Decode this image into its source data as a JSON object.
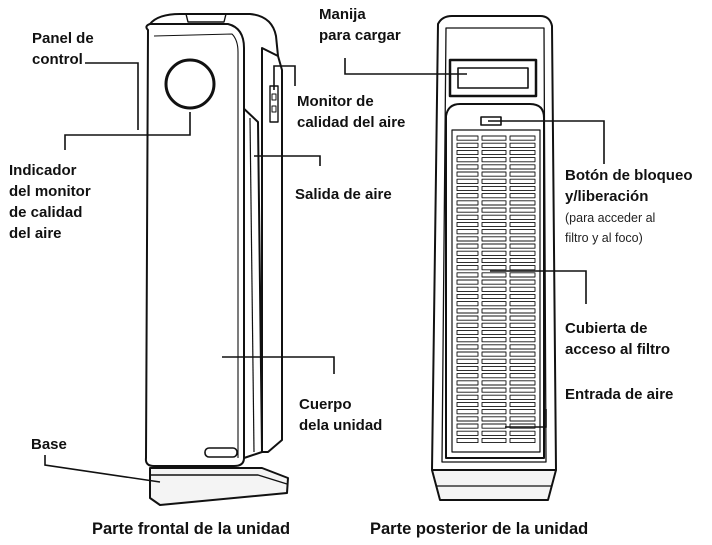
{
  "labels": {
    "control_panel": [
      "Panel de",
      "control"
    ],
    "indicator": [
      "Indicador",
      "del monitor",
      "de calidad",
      "del aire"
    ],
    "base": "Base",
    "handle": [
      "Manija",
      "para cargar"
    ],
    "air_monitor": [
      "Monitor de",
      "calidad del aire"
    ],
    "air_outlet": "Salida de aire",
    "unit_body": [
      "Cuerpo",
      "dela unidad"
    ],
    "lock_button": [
      "Botón de bloqueo",
      "y/liberación"
    ],
    "lock_button_note": [
      "(para acceder al",
      "filtro y al foco)"
    ],
    "filter_cover": [
      "Cubierta de",
      "acceso al filtro"
    ],
    "air_inlet": "Entrada de aire"
  },
  "captions": {
    "front": "Parte frontal de la unidad",
    "back": "Parte posterior de la unidad"
  },
  "colors": {
    "line": "#111111",
    "panel_fill": "#ffffff",
    "base_fill": "#f2f2f2"
  }
}
